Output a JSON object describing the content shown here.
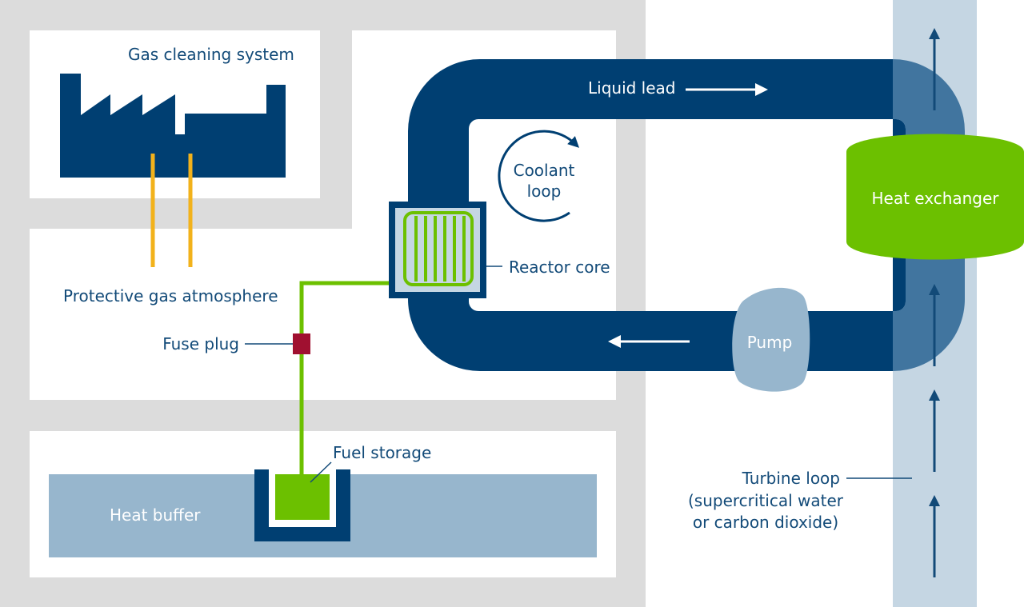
{
  "labels": {
    "gas_cleaning": "Gas cleaning system",
    "protective_gas": "Protective gas atmosphere",
    "fuse_plug": "Fuse plug",
    "fuel_storage": "Fuel storage",
    "heat_buffer": "Heat buffer",
    "liquid_lead": "Liquid lead",
    "coolant_loop_line1": "Coolant",
    "coolant_loop_line2": "loop",
    "reactor_core": "Reactor core",
    "heat_exchanger": "Heat exchanger",
    "pump": "Pump",
    "turbine_loop_line1": "Turbine loop",
    "turbine_loop_line2": "(supercritical water",
    "turbine_loop_line3": "or carbon dioxide)"
  },
  "icons": {
    "factory": "factory-icon",
    "circular_arrow": "circular-arrow-icon",
    "flow_arrow": "arrow-icon"
  },
  "colors": {
    "building_wall": "#dcdcdc",
    "panel": "#ffffff",
    "lead_loop": "#003f72",
    "heat_exchanger": "#6cc000",
    "pump": "#97b6cd",
    "heat_buffer": "#97b6cd",
    "turbine_channel": "#c5d6e3",
    "fuse_plug": "#a01030",
    "gas_pipe": "#f2b21b",
    "fuel_line": "#6cc000",
    "label_text": "#124a78"
  }
}
